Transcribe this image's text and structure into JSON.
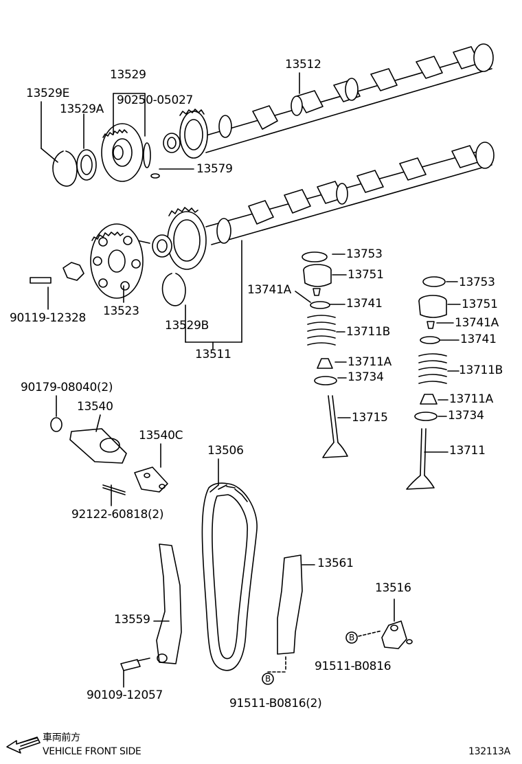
{
  "diagram": {
    "line_color": "#000000",
    "background": "#ffffff",
    "part_labels": {
      "p13512": "13512",
      "p13529": "13529",
      "p13529E": "13529E",
      "p13529A": "13529A",
      "p90250": "90250-05027",
      "p13579": "13579",
      "p13753_a": "13753",
      "p13751_a": "13751",
      "p13741A_a": "13741A",
      "p13741_a": "13741",
      "p13711B_a": "13711B",
      "p13711A_a": "13711A",
      "p13734_a": "13734",
      "p13715": "13715",
      "p13753_b": "13753",
      "p13751_b": "13751",
      "p13741A_b": "13741A",
      "p13741_b": "13741",
      "p13711B_b": "13711B",
      "p13711A_b": "13711A",
      "p13734_b": "13734",
      "p13711": "13711",
      "p90119": "90119-12328",
      "p13523": "13523",
      "p13529B": "13529B",
      "p13511": "13511",
      "p90179": "90179-08040(2)",
      "p13540": "13540",
      "p13540C": "13540C",
      "p13506": "13506",
      "p92122": "92122-60818(2)",
      "p13561": "13561",
      "p13516": "13516",
      "p13559": "13559",
      "p91511_a": "91511-B0816",
      "p90109": "90109-12057",
      "p91511_b": "91511-B0816(2)"
    },
    "bolt_marker": "B",
    "footer": {
      "direction_jp": "車両前方",
      "direction_en": "VEHICLE FRONT SIDE",
      "figure_id": "132113A"
    }
  }
}
